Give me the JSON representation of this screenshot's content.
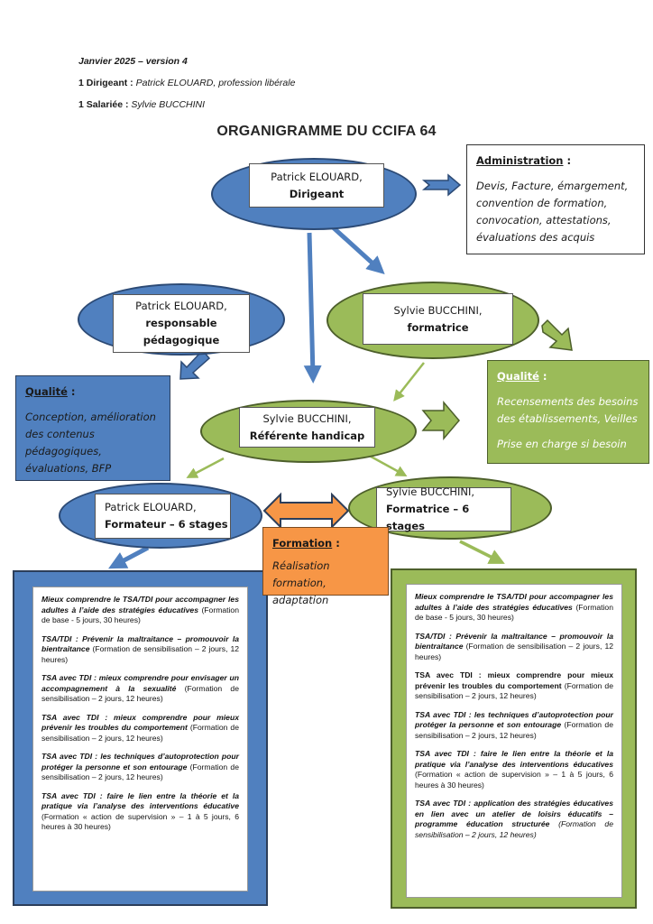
{
  "header": {
    "date_version": "Janvier 2025 – version 4",
    "line1_label": "1 Dirigeant :",
    "line1_value": "Patrick ELOUARD, profession libérale",
    "line2_label": "1 Salariée :",
    "line2_value": "Sylvie BUCCHINI"
  },
  "title": "ORGANIGRAMME DU CCIFA 64",
  "colors": {
    "blue": "#5080bf",
    "green": "#9bbb59",
    "orange": "#f79646"
  },
  "nodes": {
    "dirigeant": {
      "name": "Patrick ELOUARD,",
      "role": "Dirigeant"
    },
    "pedagogique": {
      "name": "Patrick ELOUARD,",
      "role_line1": "responsable",
      "role_line2": "pédagogique"
    },
    "formatrice": {
      "name": "Sylvie BUCCHINI,",
      "role": "formatrice"
    },
    "referente": {
      "name": "Sylvie BUCCHINI,",
      "role": "Référente handicap"
    },
    "formateur_pe": {
      "name": "Patrick ELOUARD,",
      "role": "Formateur – 6 stages"
    },
    "formatrice_sb": {
      "name": "Sylvie BUCCHINI,",
      "role": "Formatrice – 6 stages"
    }
  },
  "boxes": {
    "administration": {
      "title": "Administration",
      "colon": " :",
      "body": "Devis, Facture, émargement, convention de formation, convocation, attestations, évaluations des acquis"
    },
    "qualite_left": {
      "title": "Qualité",
      "colon": " :",
      "body": "Conception, amélioration des contenus pédagogiques, évaluations, BFP"
    },
    "qualite_right": {
      "title": "Qualité",
      "colon": " :",
      "body1": "Recensements des besoins des établissements, Veilles",
      "body2": "Prise en charge si besoin"
    },
    "formation": {
      "title": "Formation",
      "colon": " :",
      "body": "Réalisation formation, adaptation"
    }
  },
  "trainings_left": [
    {
      "title": "Mieux comprendre le TSA/TDI pour accompagner les adultes à l’aide des stratégies éducatives",
      "detail": " (Formation de base - 5 jours, 30 heures)"
    },
    {
      "title": "TSA/TDI : Prévenir la maltraitance – promouvoir la bientraitance",
      "detail": " (Formation de sensibilisation – 2 jours, 12 heures)"
    },
    {
      "title": "TSA avec TDI : mieux comprendre pour envisager un accompagnement à la sexualité",
      "detail": " (Formation de sensibilisation – 2 jours, 12 heures)"
    },
    {
      "title": "TSA avec TDI : mieux comprendre pour mieux prévenir les troubles du comportement",
      "detail": " (Formation de sensibilisation – 2 jours, 12 heures)"
    },
    {
      "title": "TSA avec TDI : les techniques d’autoprotection pour protéger la personne et son entourage",
      "detail": " (Formation de sensibilisation – 2 jours, 12 heures)"
    },
    {
      "title": "TSA avec TDI : faire le lien entre la théorie et la pratique via l’analyse des interventions éducative",
      "detail": " (Formation « action de supervision » – 1 à 5 jours, 6 heures à 30 heures)"
    }
  ],
  "trainings_right": [
    {
      "title": "Mieux comprendre le TSA/TDI pour accompagner les adultes à l’aide des stratégies éducatives",
      "detail": " (Formation de base - 5 jours, 30 heures)"
    },
    {
      "title": "TSA/TDI : Prévenir la maltraitance – promouvoir la bientraitance",
      "detail": " (Formation de sensibilisation – 2 jours, 12 heures)"
    },
    {
      "title": "TSA avec TDI : mieux comprendre pour mieux prévenir les troubles du comportement",
      "detail": " (Formation de sensibilisation – 2 jours, 12 heures)"
    },
    {
      "title": "TSA avec TDI : les techniques d’autoprotection pour protéger la personne et son entourage",
      "detail": " (Formation de sensibilisation – 2 jours, 12 heures)"
    },
    {
      "title": "TSA avec TDI : faire le lien entre la théorie et la pratique via l’analyse des interventions éducatives",
      "detail": " (Formation « action de supervision » – 1 à 5 jours, 6 heures à 30 heures)"
    },
    {
      "title": "TSA avec TDI : application des stratégies éducatives en lien avec un atelier de loisirs éducatifs – programme éducation structurée",
      "detail": " (Formation de sensibilisation – 2 jours, 12 heures)"
    }
  ]
}
